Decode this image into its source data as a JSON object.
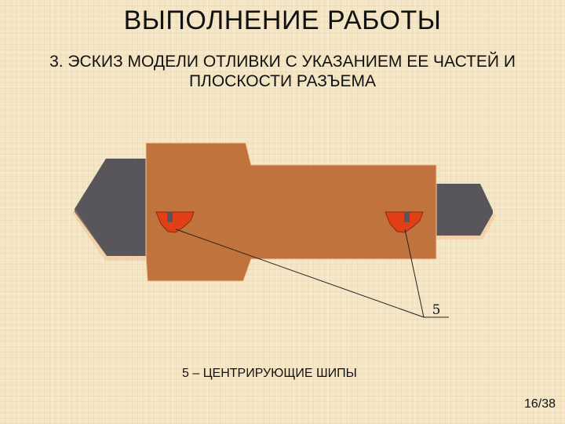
{
  "slide": {
    "title": "ВЫПОЛНЕНИЕ РАБОТЫ",
    "subtitle": "3. ЭСКИЗ МОДЕЛИ ОТЛИВКИ С УКАЗАНИЕМ ЕЕ ЧАСТЕЙ И ПЛОСКОСТИ РАЗЪЕМА",
    "callout_number": "5",
    "caption": "5 – ЦЕНТРИРУЮЩИЕ ШИПЫ",
    "page_number": "16/38"
  },
  "colors": {
    "background": "#f5e7c6",
    "model_body": "#c0733c",
    "core_prints": "#58565a",
    "dowels": "#e03f18"
  }
}
